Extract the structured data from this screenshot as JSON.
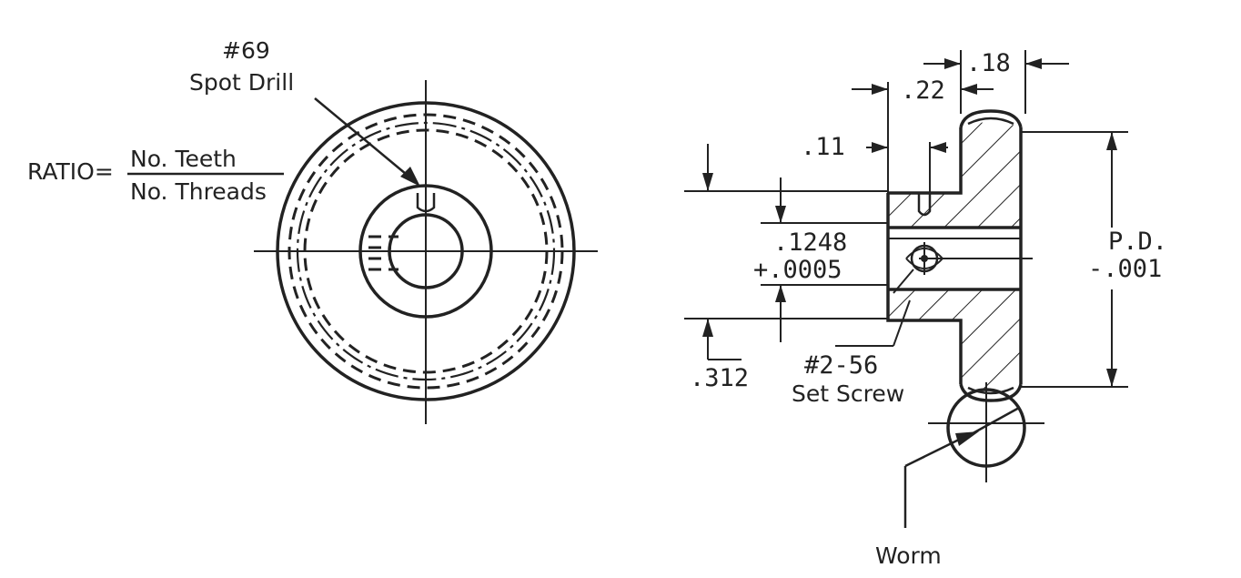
{
  "front_view": {
    "callout_number": "#69",
    "callout_text": "Spot Drill",
    "ratio_label": "RATIO=",
    "ratio_numerator": "No. Teeth",
    "ratio_denominator": "No. Threads"
  },
  "section_view": {
    "dim_018": ".18",
    "dim_022": ".22",
    "dim_011": ".11",
    "bore_value": ".1248",
    "bore_tolerance": "+.0005",
    "hub_diameter": ".312",
    "setscrew_size": "#2-56",
    "setscrew_text": "Set Screw",
    "pd_label": "P.D.",
    "pd_tolerance": "-.001",
    "worm_label": "Worm"
  }
}
